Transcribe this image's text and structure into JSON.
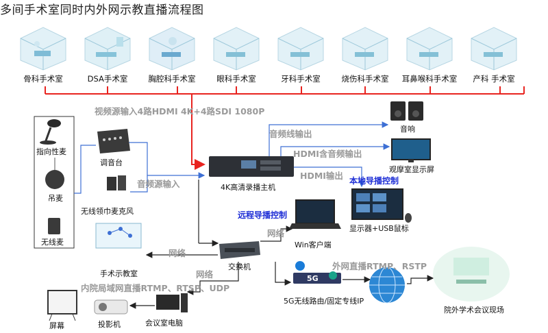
{
  "title": "多间手术室同时内外网示教直播流程图",
  "rooms": [
    {
      "label": "骨科手术室"
    },
    {
      "label": "DSA手术室"
    },
    {
      "label": "胸腔科手术室"
    },
    {
      "label": "眼科手术室"
    },
    {
      "label": "牙科手术室"
    },
    {
      "label": "烧伤科手术室"
    },
    {
      "label": "耳鼻喉科手术室"
    },
    {
      "label": "产科  手术室"
    }
  ],
  "mics": {
    "directional": "指向性麦",
    "hanging": "吊麦",
    "wireless": "无线麦",
    "mixer": "调音台",
    "lapel": "无线领巾麦克风"
  },
  "flows": {
    "video_source": "视频源输入4路HDMI 4K+4路SDI 1080P",
    "audio_source": "音频源输入",
    "audio_out": "音频线输出",
    "hdmi_audio_out": "HDMI含音频输出",
    "hdmi_out": "HDMI输出",
    "net1": "网络",
    "net2": "网络",
    "net3": "网络",
    "external_live": "外网直播RTMP、RSTP",
    "internal_live": "内院局域网直播RTMP、RTSP、UDP"
  },
  "controls": {
    "local": "本地导播控制",
    "remote": "远程导播控制"
  },
  "devices": {
    "host": "4K高清录播主机",
    "speaker": "音响",
    "viewing_screen": "观摩室显示屏",
    "monitor": "显示器+USB鼠标",
    "win_client": "Win客户端",
    "switch": "交换机",
    "classroom": "手术示教室",
    "router": "5G无线路由/固定专线IP",
    "venue": "院外学术会议现场",
    "conference_pc": "会议室电脑",
    "projector": "投影机",
    "screen": "屏幕"
  },
  "colors": {
    "red_bus": "#e8231f",
    "blue_line": "#3d6fd4",
    "dark_line": "#222222",
    "gray_text": "#9a9a9a",
    "blue_text": "#1f2fd6"
  }
}
